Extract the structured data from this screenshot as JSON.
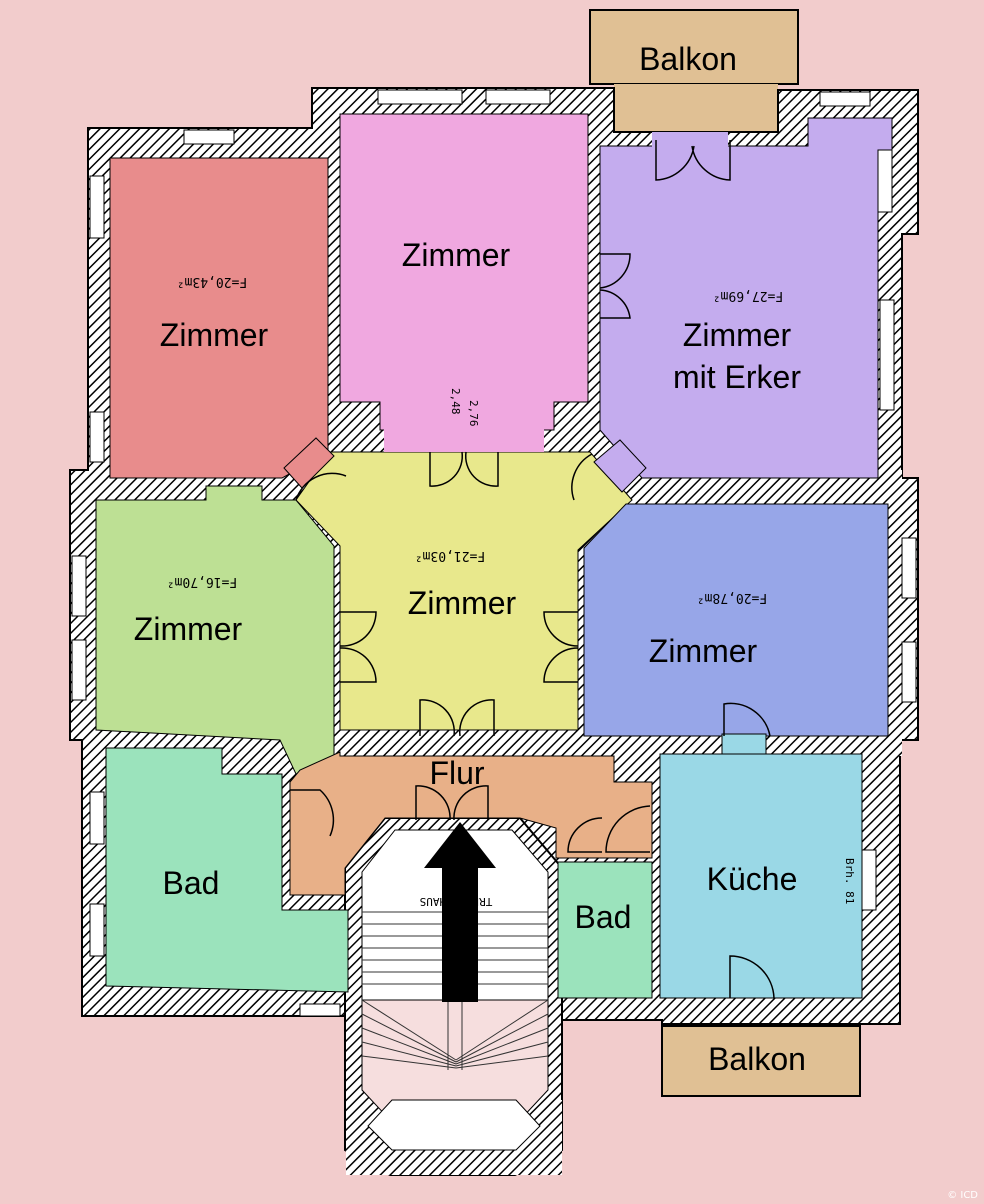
{
  "rooms": {
    "zimmer_red": {
      "label": "Zimmer",
      "area": "F=20,43m²",
      "color": "#e88c8c"
    },
    "zimmer_pink": {
      "label": "Zimmer",
      "color": "#f0a8e0"
    },
    "zimmer_erker": {
      "label_line1": "Zimmer",
      "label_line2": "mit Erker",
      "area": "F=27,69m²",
      "color": "#c4acee"
    },
    "zimmer_green": {
      "label": "Zimmer",
      "area": "F=16,70m²",
      "color": "#bde094"
    },
    "zimmer_yellow": {
      "label": "Zimmer",
      "area": "F=21,03m²",
      "color": "#e8e88c"
    },
    "zimmer_blue": {
      "label": "Zimmer",
      "area": "F=20,78m²",
      "color": "#97a6e8"
    },
    "flur": {
      "label": "Flur",
      "color": "#e8b088"
    },
    "bad_left": {
      "label": "Bad",
      "color": "#9be3bc"
    },
    "bad_small": {
      "label": "Bad",
      "color": "#9be3bc"
    },
    "kueche": {
      "label": "Küche",
      "color": "#9ad8e6"
    },
    "balkon_top": {
      "label": "Balkon",
      "color": "#e0c094"
    },
    "balkon_bottom": {
      "label": "Balkon",
      "color": "#e0c094"
    }
  },
  "annotations": {
    "dim_a": "2,76",
    "dim_b": "2,48",
    "stair_text": "TREPPENHAUS",
    "brh": "Brh. 81",
    "copyright": "© ICD"
  },
  "colors": {
    "background": "#f2cccc",
    "wall": "#000000"
  }
}
